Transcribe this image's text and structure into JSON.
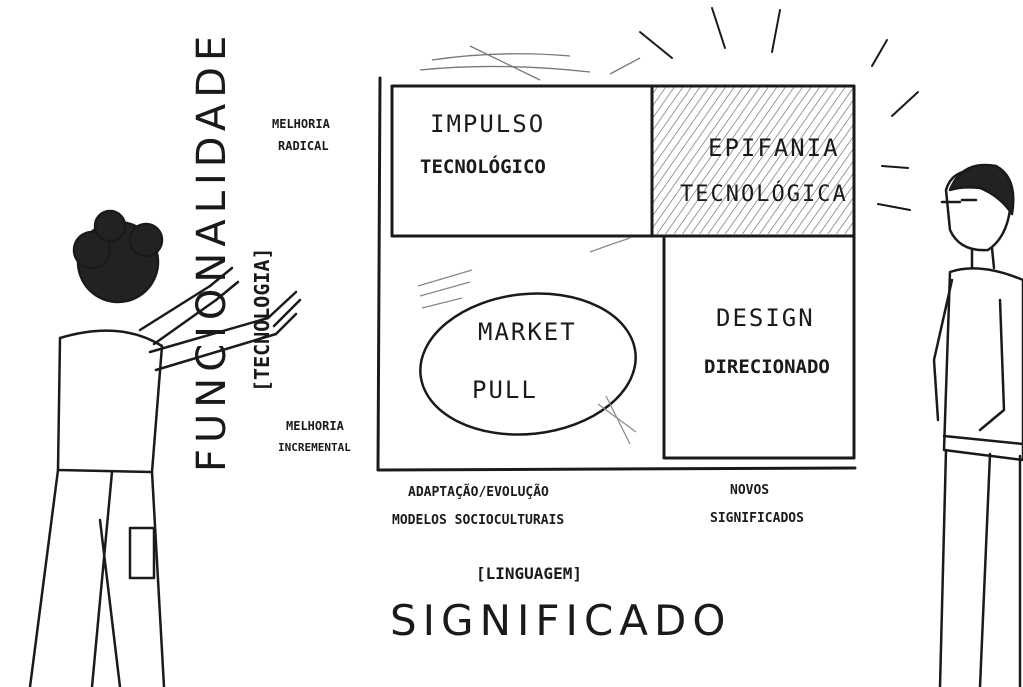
{
  "diagram": {
    "quadrants": {
      "top_left": {
        "line1": "IMPULSO",
        "line2": "TECNOLÓGICO"
      },
      "top_right": {
        "line1": "EPIFANIA",
        "line2": "TECNOLÓGICA"
      },
      "bottom_left": {
        "line1": "MARKET",
        "line2": "PULL"
      },
      "bottom_right": {
        "line1": "DESIGN",
        "line2": "DIRECIONADO"
      }
    },
    "y_axis": {
      "title": "FUNCIONALIDADE",
      "subtitle": "[TECNOLOGIA]",
      "top_label_1": "MELHORIA",
      "top_label_2": "RADICAL",
      "bottom_label_1": "MELHORIA",
      "bottom_label_2": "INCREMENTAL"
    },
    "x_axis": {
      "title": "SIGNIFICADO",
      "subtitle": "[LINGUAGEM]",
      "left_label_1": "ADAPTAÇÃO/EVOLUÇÃO",
      "left_label_2": "MODELOS SOCIOCULTURAIS",
      "right_label_1": "NOVOS",
      "right_label_2": "SIGNIFICADOS"
    },
    "colors": {
      "ink": "#1a1a1a",
      "paper": "#ffffff",
      "hatch": "#555555"
    }
  }
}
